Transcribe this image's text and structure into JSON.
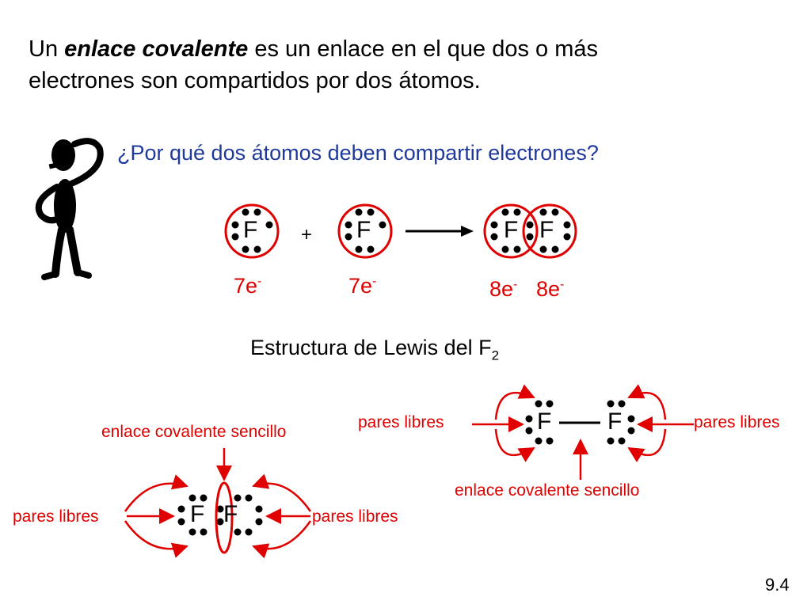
{
  "intro": {
    "part1": "Un ",
    "emphasis": "enlace covalente",
    "part2": " es un enlace en el que dos o más",
    "line2": "electrones son compartidos por dos átomos."
  },
  "question": "¿Por qué dos átomos deben compartir electrones?",
  "reaction": {
    "atom_symbol": "F",
    "plus": "+",
    "counts": [
      {
        "base": "7e",
        "sup": "-"
      },
      {
        "base": "7e",
        "sup": "-"
      },
      {
        "base": "8e",
        "sup": "-"
      },
      {
        "base": "8e",
        "sup": "-"
      }
    ]
  },
  "lewis": {
    "title_main": "Estructura de Lewis del F",
    "title_sub": "2",
    "lone_pairs_label": "pares libres",
    "single_bond_label": "enlace covalente sencillo"
  },
  "colors": {
    "question": "#1f3a9c",
    "accent": "#e00000"
  },
  "page_number": "9.4"
}
